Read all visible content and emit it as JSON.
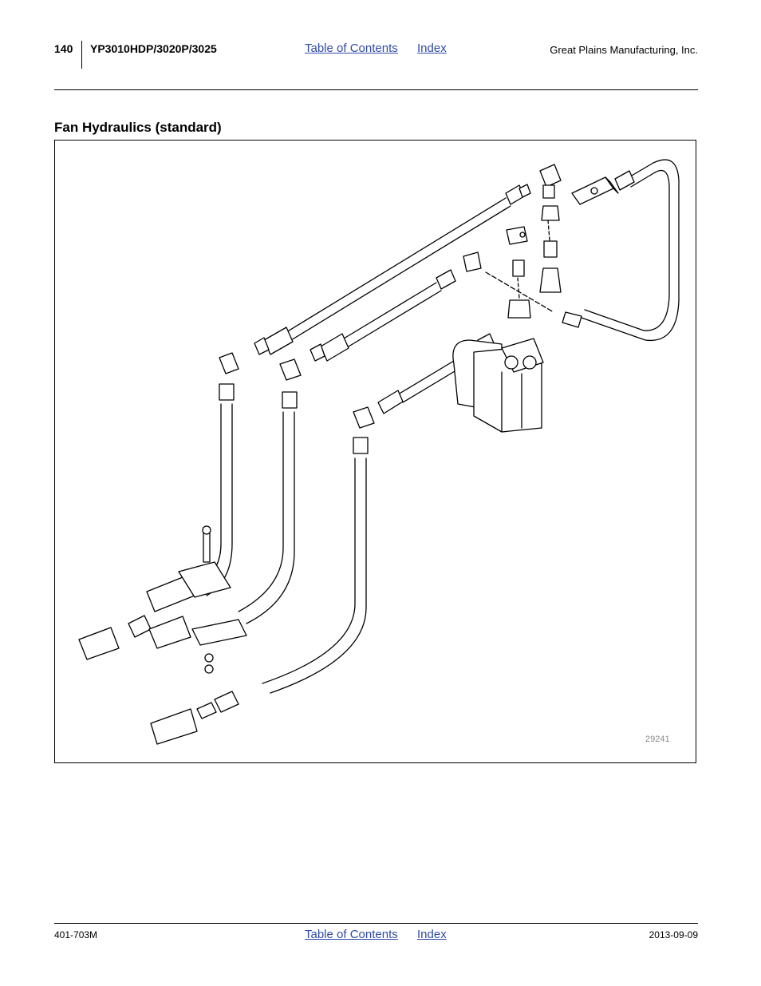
{
  "header": {
    "page_number": "140",
    "model": "YP3010HDP/3020P/3025",
    "toc_link": "Table of Contents",
    "index_link": "Index",
    "company": "Great Plains Manufacturing, Inc."
  },
  "section": {
    "title": "Fan Hydraulics (standard)"
  },
  "figure": {
    "id_label": "29241"
  },
  "footer": {
    "doc_number": "401-703M",
    "toc_link": "Table of Contents",
    "index_link": "Index",
    "date": "2013-09-09"
  }
}
